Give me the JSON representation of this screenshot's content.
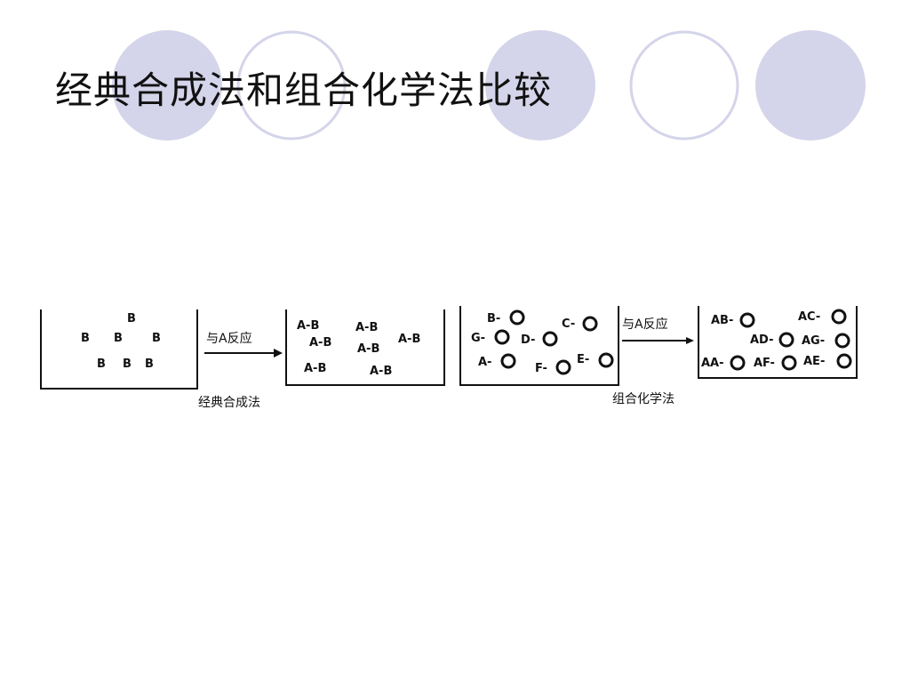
{
  "slide": {
    "title": "经典合成法和组合化学法比较"
  },
  "theme": {
    "circle_fill": "#d4d4ea",
    "circle_stroke": "#d4d4ea",
    "ink": "#111111"
  },
  "diagram": {
    "classical": {
      "caption": "经典合成法",
      "arrow_label": "与A反应",
      "before": [
        "B",
        "B",
        "B",
        "B",
        "B",
        "B",
        "B"
      ],
      "after": [
        "A-B",
        "A-B",
        "A-B",
        "A-B",
        "A-B",
        "A-B",
        "A-B"
      ]
    },
    "combinatorial": {
      "caption": "组合化学法",
      "arrow_label": "与A反应",
      "before": [
        "B-",
        "C-",
        "G-",
        "D-",
        "A-",
        "F-",
        "E-"
      ],
      "after": [
        "AB-",
        "AC-",
        "AD-",
        "AG-",
        "AA-",
        "AF-",
        "AE-"
      ]
    }
  }
}
